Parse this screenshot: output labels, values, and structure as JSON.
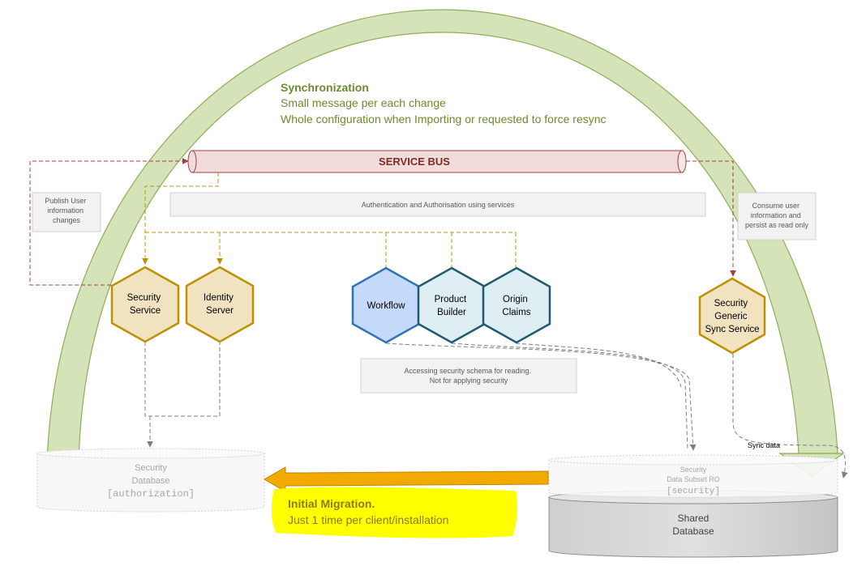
{
  "sync": {
    "title": "Synchronization",
    "line1": "Small message per each change",
    "line2": "Whole configuration when Importing or requested to force resync"
  },
  "service_bus": {
    "label": "SERVICE BUS"
  },
  "notes": {
    "publish": [
      "Publish User",
      "information",
      "changes"
    ],
    "auth": "Authentication and Authorisation using services",
    "consume": [
      "Consume user",
      "information and",
      "persist as read only"
    ],
    "accessing": [
      "Accessing security schema for reading.",
      "Not for applying security"
    ]
  },
  "hexagons": {
    "security_service": [
      "Security",
      "Service"
    ],
    "identity_server": [
      "Identity",
      "Server"
    ],
    "workflow": [
      "Workflow"
    ],
    "product_builder": [
      "Product",
      "Builder"
    ],
    "origin_claims": [
      "Origin",
      "Claims"
    ],
    "sync_service": [
      "Security",
      "Generic",
      "Sync Service"
    ]
  },
  "databases": {
    "security_db": {
      "line1": "Security",
      "line2": "Database",
      "line3": "[authorization]"
    },
    "subset_db": {
      "line1": "Security",
      "line2": "Data Subset RO",
      "line3": "[security]"
    },
    "shared_db": {
      "line1": "Shared",
      "line2": "Database"
    }
  },
  "sync_data_label": "Sync data",
  "migration": {
    "title": "Initial Migration.",
    "subtitle": "Just 1 time per client/installation"
  },
  "colors": {
    "arc_fill": "#d5e3b8",
    "arc_stroke": "#8fac5a",
    "olive_text": "#6e8a2e",
    "bus_fill": "#f2dcdb",
    "bus_stroke": "#a0433f",
    "gold_fill": "#f2e3c0",
    "gold_stroke": "#bf9000",
    "blue_fill": "#c5d9fb",
    "blue_stroke": "#2e75b6",
    "teal_fill": "#dfeef3",
    "teal_stroke": "#1f5b6e",
    "highlight": "#ffff00",
    "migration_arrow": "#f2a900"
  }
}
